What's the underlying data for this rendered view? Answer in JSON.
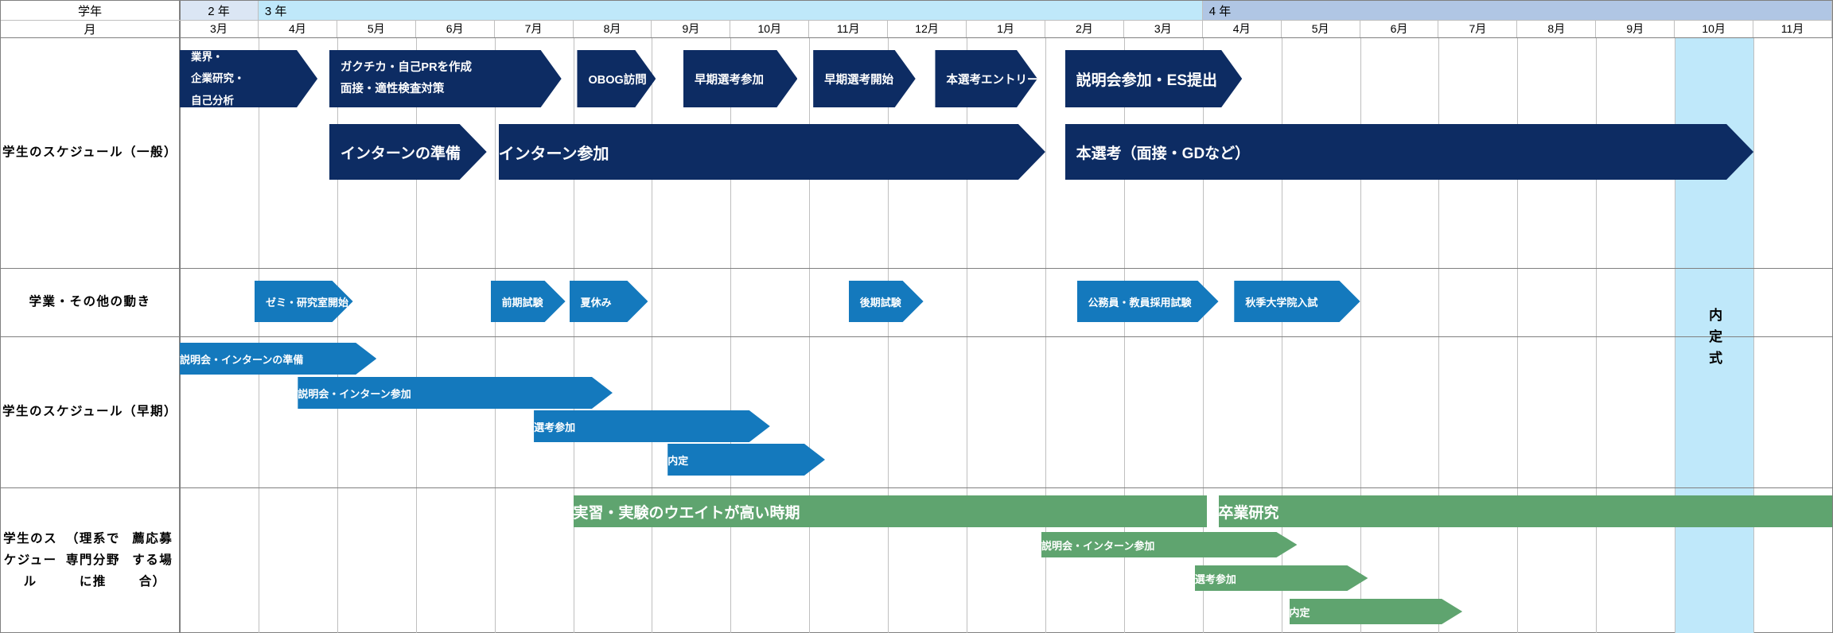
{
  "header": {
    "row_label_gakunen": "学年",
    "row_label_tsuki": "月",
    "years": [
      {
        "label": "2 年",
        "start_month_index": 0,
        "span": 1,
        "color": "#dbe6f4"
      },
      {
        "label": "3 年",
        "start_month_index": 1,
        "span": 12,
        "color": "#bfe8fa"
      },
      {
        "label": "4 年",
        "start_month_index": 13,
        "span": 8,
        "color": "#b0c6e4"
      }
    ],
    "months": [
      "3月",
      "4月",
      "5月",
      "6月",
      "7月",
      "8月",
      "9月",
      "10月",
      "11月",
      "12月",
      "1月",
      "2月",
      "3月",
      "4月",
      "5月",
      "6月",
      "7月",
      "8月",
      "9月",
      "10月",
      "11月"
    ]
  },
  "highlight": {
    "column_month_index": 19,
    "color": "#bfe8fa",
    "label": "内定式"
  },
  "colors": {
    "navy": "#0d2c63",
    "blue": "#1479bd",
    "green": "#5fa46f",
    "year2": "#dbe6f4",
    "year3": "#bfe8fa",
    "year4": "#b0c6e4",
    "highlight": "#bfe8fa",
    "grid": "#bfbfbf",
    "border": "#808080"
  },
  "rows": [
    {
      "name": "学生のスケジュール（一般）",
      "label_lines": [
        "学生のスケジュール",
        "（一般）"
      ],
      "bands": [
        {
          "bars": [
            {
              "text_lines": [
                "業界・",
                "企業研究・",
                "自己分析"
              ],
              "start": 0,
              "end": 1.75,
              "color": "navy",
              "shape": "arrow",
              "align": "left",
              "style": "multiline"
            },
            {
              "text_lines": [
                "ガクチカ・自己PRを作成",
                "面接・適性検査対策"
              ],
              "start": 1.9,
              "end": 4.85,
              "color": "navy",
              "shape": "arrow",
              "align": "left",
              "style": "two-line"
            },
            {
              "text_lines": [
                "OBOG訪問"
              ],
              "start": 5.05,
              "end": 6.05,
              "color": "navy",
              "shape": "arrow",
              "align": "left"
            },
            {
              "text_lines": [
                "早期選考参加"
              ],
              "start": 6.4,
              "end": 7.85,
              "color": "navy",
              "shape": "arrow",
              "align": "left"
            },
            {
              "text_lines": [
                "早期選考開始"
              ],
              "start": 8.05,
              "end": 9.35,
              "color": "navy",
              "shape": "arrow",
              "align": "left"
            },
            {
              "text_lines": [
                "本選考エントリー"
              ],
              "start": 9.6,
              "end": 10.9,
              "color": "navy",
              "shape": "arrow",
              "align": "left"
            },
            {
              "text_lines": [
                "説明会参加・ES提出"
              ],
              "start": 11.25,
              "end": 13.5,
              "color": "navy",
              "shape": "arrow",
              "align": "left",
              "style": "lg"
            }
          ]
        },
        {
          "bars": [
            {
              "text_lines": [
                "インターンの準備"
              ],
              "start": 1.9,
              "end": 3.9,
              "color": "navy",
              "shape": "arrow-lg",
              "align": "left",
              "style": "lg"
            },
            {
              "text_lines": [
                "インターン参加"
              ],
              "start": 4.05,
              "end": 11.0,
              "color": "navy",
              "shape": "arrow-lg",
              "align": "center",
              "style": "xl"
            },
            {
              "text_lines": [
                "本選考（面接・GDなど）"
              ],
              "start": 11.25,
              "end": 20.0,
              "color": "navy",
              "shape": "arrow-lg",
              "align": "left",
              "style": "lg"
            }
          ]
        }
      ]
    },
    {
      "name": "学業・その他の動き",
      "label_lines": [
        "学業・その他の動き"
      ],
      "bands": [
        {
          "bars": [
            {
              "text_lines": [
                "ゼミ・研究室開始"
              ],
              "start": 0.95,
              "end": 2.2,
              "color": "blue",
              "shape": "arrow",
              "align": "left",
              "style": "sm"
            },
            {
              "text_lines": [
                "前期試験"
              ],
              "start": 3.95,
              "end": 4.9,
              "color": "blue",
              "shape": "arrow",
              "align": "left",
              "style": "sm"
            },
            {
              "text_lines": [
                "夏休み"
              ],
              "start": 4.95,
              "end": 5.95,
              "color": "blue",
              "shape": "arrow",
              "align": "left",
              "style": "sm"
            },
            {
              "text_lines": [
                "後期試験"
              ],
              "start": 8.5,
              "end": 9.45,
              "color": "blue",
              "shape": "arrow",
              "align": "left",
              "style": "sm"
            },
            {
              "text_lines": [
                "公務員・教員採用試験"
              ],
              "start": 11.4,
              "end": 13.2,
              "color": "blue",
              "shape": "arrow",
              "align": "left",
              "style": "sm"
            },
            {
              "text_lines": [
                "秋季大学院入試"
              ],
              "start": 13.4,
              "end": 15.0,
              "color": "blue",
              "shape": "arrow",
              "align": "left",
              "style": "sm"
            }
          ]
        }
      ]
    },
    {
      "name": "学生のスケジュール（早期）",
      "label_lines": [
        "学生のスケジュール",
        "（早期）"
      ],
      "bands": [
        {
          "bars": [
            {
              "text_lines": [
                "説明会・インターンの準備"
              ],
              "start": 0.0,
              "end": 2.5,
              "color": "blue",
              "shape": "arrow",
              "align": "center",
              "style": "sm"
            }
          ]
        },
        {
          "bars": [
            {
              "text_lines": [
                "説明会・インターン参加"
              ],
              "start": 1.5,
              "end": 5.5,
              "color": "blue",
              "shape": "arrow",
              "align": "center",
              "style": "sm"
            }
          ]
        },
        {
          "bars": [
            {
              "text_lines": [
                "選考参加"
              ],
              "start": 4.5,
              "end": 7.5,
              "color": "blue",
              "shape": "arrow",
              "align": "center",
              "style": "sm"
            }
          ]
        },
        {
          "bars": [
            {
              "text_lines": [
                "内定"
              ],
              "start": 6.2,
              "end": 8.2,
              "color": "blue",
              "shape": "arrow",
              "align": "center",
              "style": "sm"
            }
          ]
        }
      ]
    },
    {
      "name": "学生のスケジュール（理系で専門分野に推薦応募する場合）",
      "label_lines": [
        "学生のスケジュール",
        "（理系で専門分野に推",
        "薦応募する場合）"
      ],
      "bands": [
        {
          "bars": [
            {
              "text_lines": [
                "実習・実験のウエイトが高い時期"
              ],
              "start": 5.0,
              "end": 13.05,
              "color": "green",
              "shape": "plain",
              "align": "center",
              "style": "lg"
            },
            {
              "text_lines": [
                "卒業研究"
              ],
              "start": 13.2,
              "end": 21.0,
              "color": "green",
              "shape": "plain",
              "align": "center",
              "style": "lg"
            }
          ]
        },
        {
          "bars": [
            {
              "text_lines": [
                "説明会・インターン参加"
              ],
              "start": 10.95,
              "end": 14.2,
              "color": "green",
              "shape": "arrow",
              "align": "center",
              "style": "sm"
            }
          ]
        },
        {
          "bars": [
            {
              "text_lines": [
                "選考参加"
              ],
              "start": 12.9,
              "end": 15.1,
              "color": "green",
              "shape": "arrow",
              "align": "center",
              "style": "sm"
            }
          ]
        },
        {
          "bars": [
            {
              "text_lines": [
                "内定"
              ],
              "start": 14.1,
              "end": 16.3,
              "color": "green",
              "shape": "arrow",
              "align": "center",
              "style": "sm"
            }
          ]
        }
      ]
    }
  ]
}
